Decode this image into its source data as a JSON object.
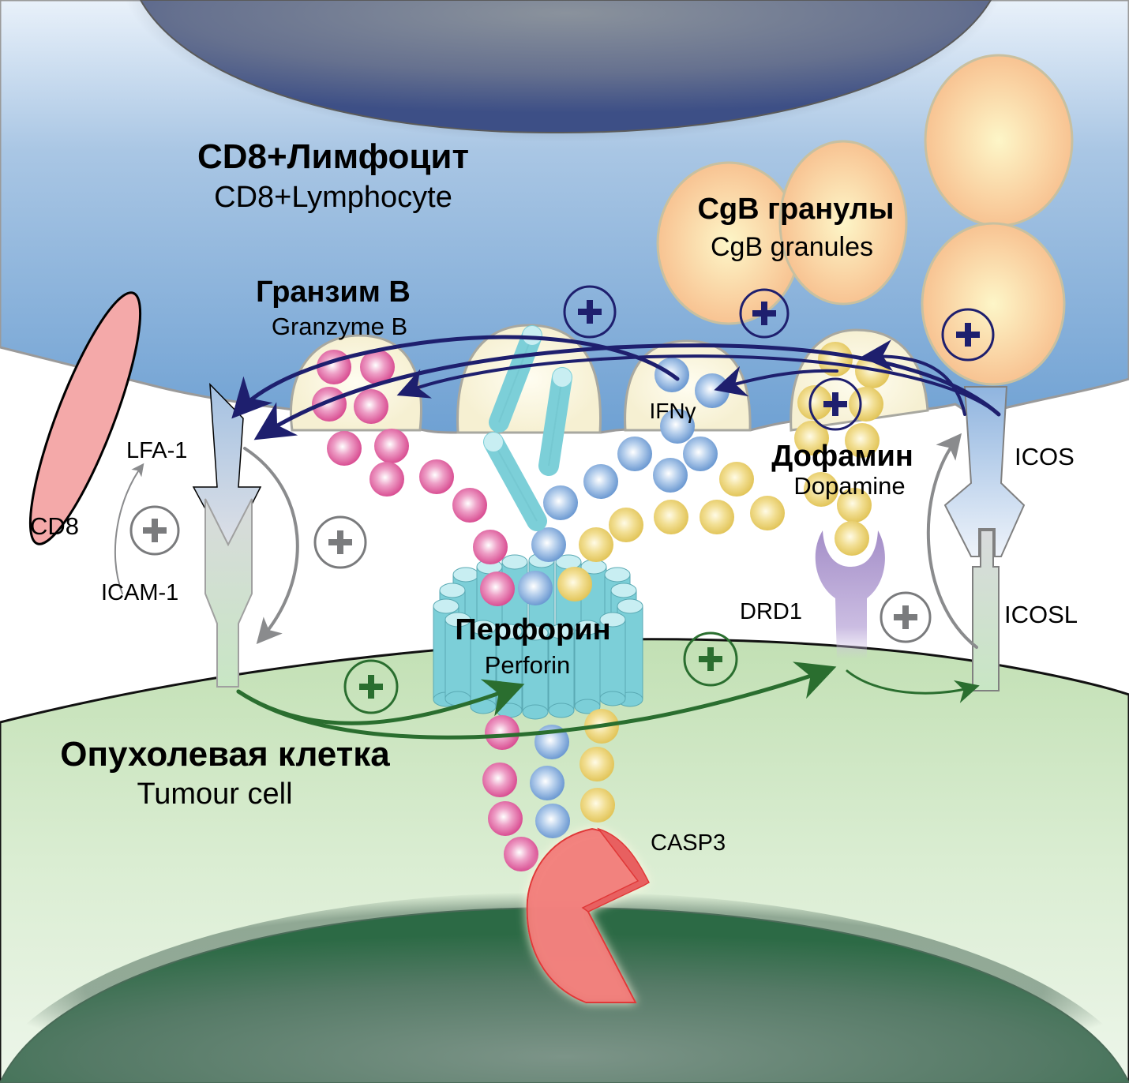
{
  "title": "CD8+ lymphocyte – tumour cell interaction diagram",
  "labels": {
    "lymphocyte_ru": "CD8+Лимфоцит",
    "lymphocyte_en": "CD8+Lymphocyte",
    "cgb_ru": "CgB гранулы",
    "cgb_en": "CgB granules",
    "granzyme_ru": "Гранзим B",
    "granzyme_en": "Granzyme B",
    "ifng": "IFNγ",
    "dopamine_ru": "Дофамин",
    "dopamine_en": "Dopamine",
    "perforin_ru": "Перфорин",
    "perforin_en": "Perforin",
    "tumour_ru": "Опухолевая клетка",
    "tumour_en": "Tumour cell",
    "cd8": "CD8",
    "lfa1": "LFA-1",
    "icam1": "ICAM-1",
    "icos": "ICOS",
    "icosl": "ICOSL",
    "drd1": "DRD1",
    "casp3": "CASP3"
  },
  "colors": {
    "lymphocyte_cytoplasm": "#7aa9d6",
    "lymphocyte_nucleus": "#3d4f86",
    "tumour_cytoplasm": "#cfe6c4",
    "tumour_nucleus": "#2f6a48",
    "granzyme": "#e0609e",
    "ifng": "#7fa8d8",
    "dopamine": "#e8cf6a",
    "perforin": "#7ccfd8",
    "cgb_granule": "#f8c898",
    "cd8": "#f4a9a9",
    "drd1": "#b39ccf",
    "casp3": "#f07070",
    "arrow_navy": "#1e1f6e",
    "arrow_green": "#2a6e2f",
    "arrow_grey": "#8a8b8d"
  },
  "plus_signs": {
    "navy_count": 4,
    "grey_count": 3,
    "green_count": 2,
    "symbol": "+"
  }
}
